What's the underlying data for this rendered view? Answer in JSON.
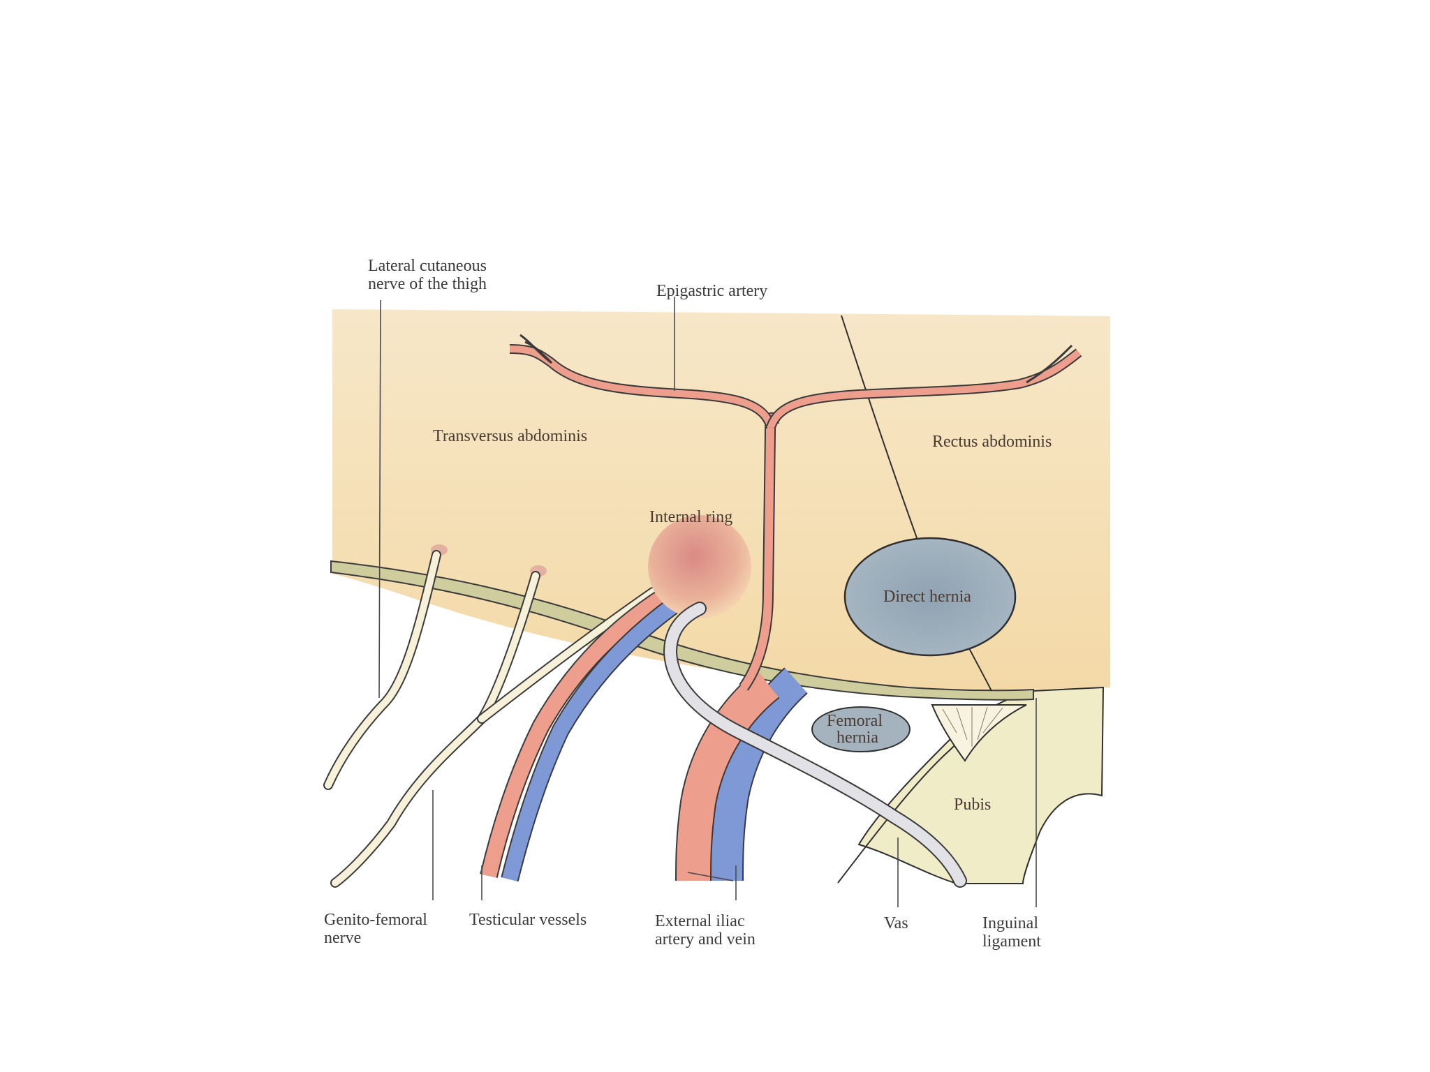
{
  "labels": {
    "lateral_cutaneous": [
      "Lateral cutaneous",
      "nerve of the thigh"
    ],
    "epigastric_artery": "Epigastric artery",
    "transversus": "Transversus abdominis",
    "rectus": "Rectus abdominis",
    "internal_ring": "Internal ring",
    "direct_hernia": "Direct hernia",
    "femoral_hernia": [
      "Femoral",
      "hernia"
    ],
    "pubis": "Pubis",
    "genito_femoral": [
      "Genito-femoral",
      "nerve"
    ],
    "testicular": "Testicular vessels",
    "external_iliac": [
      "External iliac",
      "artery and vein"
    ],
    "vas": "Vas",
    "inguinal": [
      "Inguinal",
      "ligament"
    ]
  },
  "colors": {
    "muscle": "#f3dcae",
    "muscle_light": "#f7e6c4",
    "ligament": "#c9c89a",
    "artery": "#ee9e8c",
    "artery_edge": "#c0624f",
    "vein": "#7f98d6",
    "nerve": "#f6f1d8",
    "vas": "#e2e1e6",
    "hernia": "#9fb0bd",
    "pubis": "#f1ecc8",
    "ring": "#e7a98e"
  }
}
